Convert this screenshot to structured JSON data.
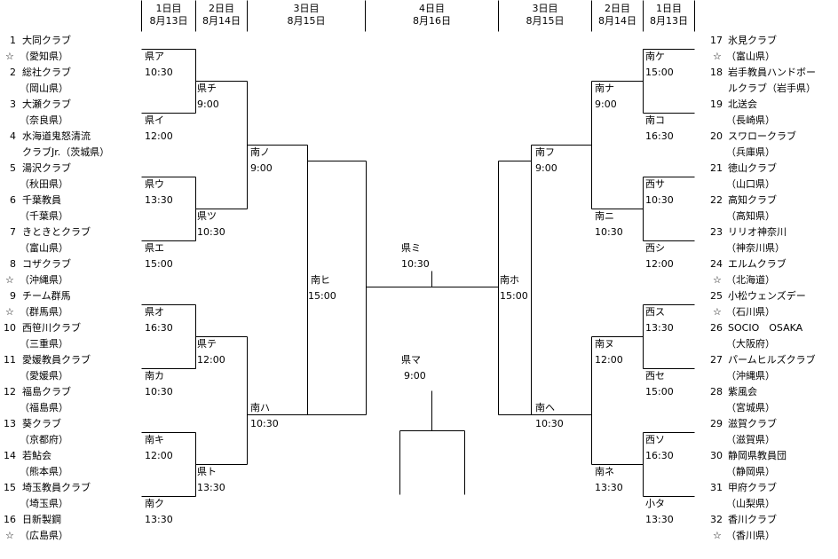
{
  "header": {
    "left": [
      {
        "day": "1日目",
        "date": "8月13日"
      },
      {
        "day": "2日目",
        "date": "8月14日"
      },
      {
        "day": "3日目",
        "date": "8月15日"
      }
    ],
    "center": {
      "day": "4日目",
      "date": "8月16日"
    },
    "right": [
      {
        "day": "3日目",
        "date": "8月15日"
      },
      {
        "day": "2日目",
        "date": "8月14日"
      },
      {
        "day": "1日目",
        "date": "8月13日"
      }
    ]
  },
  "teams_left": [
    {
      "num": "1",
      "name": "大同クラブ",
      "pref": "（愛知県）",
      "seed": "☆"
    },
    {
      "num": "2",
      "name": "総社クラブ",
      "pref": "（岡山県）",
      "seed": ""
    },
    {
      "num": "3",
      "name": "大瀬クラブ",
      "pref": "（奈良県）",
      "seed": ""
    },
    {
      "num": "4",
      "name": "水海道鬼怒清流",
      "pref": "クラブJr.（茨城県）",
      "seed": ""
    },
    {
      "num": "5",
      "name": "湯沢クラブ",
      "pref": "（秋田県）",
      "seed": ""
    },
    {
      "num": "6",
      "name": "千葉教員",
      "pref": "（千葉県）",
      "seed": ""
    },
    {
      "num": "7",
      "name": "きときとクラブ",
      "pref": "（富山県）",
      "seed": ""
    },
    {
      "num": "8",
      "name": "コザクラブ",
      "pref": "（沖縄県）",
      "seed": "☆"
    },
    {
      "num": "9",
      "name": "チーム群馬",
      "pref": "（群馬県）",
      "seed": "☆"
    },
    {
      "num": "10",
      "name": "西笹川クラブ",
      "pref": "（三重県）",
      "seed": ""
    },
    {
      "num": "11",
      "name": "愛媛教員クラブ",
      "pref": "（愛媛県）",
      "seed": ""
    },
    {
      "num": "12",
      "name": "福島クラブ",
      "pref": "（福島県）",
      "seed": ""
    },
    {
      "num": "13",
      "name": "葵クラブ",
      "pref": "（京都府）",
      "seed": ""
    },
    {
      "num": "14",
      "name": "若鮎会",
      "pref": "（熊本県）",
      "seed": ""
    },
    {
      "num": "15",
      "name": "埼玉教員クラブ",
      "pref": "（埼玉県）",
      "seed": ""
    },
    {
      "num": "16",
      "name": "日新製鋼",
      "pref": "（広島県）",
      "seed": "☆"
    }
  ],
  "teams_right": [
    {
      "num": "17",
      "name": "氷見クラブ",
      "pref": "（富山県）",
      "seed": "☆"
    },
    {
      "num": "18",
      "name": "岩手教員ハンドボー",
      "pref": "ルクラブ（岩手県）",
      "seed": ""
    },
    {
      "num": "19",
      "name": "北送会",
      "pref": "（長崎県）",
      "seed": ""
    },
    {
      "num": "20",
      "name": "スワロークラブ",
      "pref": "（兵庫県）",
      "seed": ""
    },
    {
      "num": "21",
      "name": "徳山クラブ",
      "pref": "（山口県）",
      "seed": ""
    },
    {
      "num": "22",
      "name": "高知クラブ",
      "pref": "（高知県）",
      "seed": ""
    },
    {
      "num": "23",
      "name": "リリオ神奈川",
      "pref": "（神奈川県）",
      "seed": ""
    },
    {
      "num": "24",
      "name": "エルムクラブ",
      "pref": "（北海道）",
      "seed": "☆"
    },
    {
      "num": "25",
      "name": "小松ウェンズデー",
      "pref": "（石川県）",
      "seed": "☆"
    },
    {
      "num": "26",
      "name": "SOCIO　OSAKA",
      "pref": "（大阪府）",
      "seed": ""
    },
    {
      "num": "27",
      "name": "パームヒルズクラブ",
      "pref": "（沖縄県）",
      "seed": ""
    },
    {
      "num": "28",
      "name": "紫風会",
      "pref": "（宮城県）",
      "seed": ""
    },
    {
      "num": "29",
      "name": "滋賀クラブ",
      "pref": "（滋賀県）",
      "seed": ""
    },
    {
      "num": "30",
      "name": "静岡県教員団",
      "pref": "（静岡県）",
      "seed": ""
    },
    {
      "num": "31",
      "name": "甲府クラブ",
      "pref": "（山梨県）",
      "seed": ""
    },
    {
      "num": "32",
      "name": "香川クラブ",
      "pref": "（香川県）",
      "seed": "☆"
    }
  ],
  "matches": {
    "r1_left": [
      {
        "code": "県ア",
        "time": "10:30"
      },
      {
        "code": "県イ",
        "time": "12:00"
      },
      {
        "code": "県ウ",
        "time": "13:30"
      },
      {
        "code": "県エ",
        "time": "15:00"
      },
      {
        "code": "県オ",
        "time": "16:30"
      },
      {
        "code": "南カ",
        "time": "10:30"
      },
      {
        "code": "南キ",
        "time": "12:00"
      },
      {
        "code": "南ク",
        "time": "13:30"
      }
    ],
    "r2_left": [
      {
        "code": "県チ",
        "time": "9:00"
      },
      {
        "code": "県ツ",
        "time": "10:30"
      },
      {
        "code": "県テ",
        "time": "12:00"
      },
      {
        "code": "県ト",
        "time": "13:30"
      }
    ],
    "r3_left": [
      {
        "code": "南ノ",
        "time": "9:00"
      },
      {
        "code": "南ハ",
        "time": "10:30"
      }
    ],
    "semi_left": {
      "code": "南ヒ",
      "time": "15:00"
    },
    "final": {
      "code": "県ミ",
      "time": "10:30"
    },
    "third_place": {
      "code": "県マ",
      "time": "9:00"
    },
    "semi_right": {
      "code": "南ホ",
      "time": "15:00"
    },
    "r3_right": [
      {
        "code": "南フ",
        "time": "9:00"
      },
      {
        "code": "南ヘ",
        "time": "10:30"
      }
    ],
    "r2_right": [
      {
        "code": "南ナ",
        "time": "9:00"
      },
      {
        "code": "南ニ",
        "time": "10:30"
      },
      {
        "code": "南ヌ",
        "time": "12:00"
      },
      {
        "code": "南ネ",
        "time": "13:30"
      }
    ],
    "r1_right": [
      {
        "code": "南ケ",
        "time": "15:00"
      },
      {
        "code": "南コ",
        "time": "16:30"
      },
      {
        "code": "西サ",
        "time": "10:30"
      },
      {
        "code": "西シ",
        "time": "12:00"
      },
      {
        "code": "西ス",
        "time": "13:30"
      },
      {
        "code": "西セ",
        "time": "15:00"
      },
      {
        "code": "西ソ",
        "time": "16:30"
      },
      {
        "code": "小タ",
        "time": "13:30"
      }
    ]
  }
}
